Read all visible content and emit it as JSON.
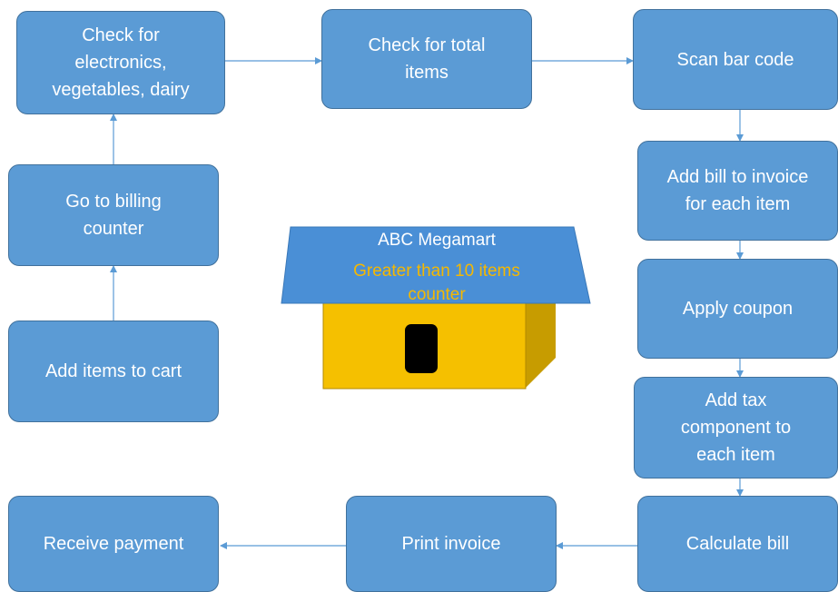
{
  "colors": {
    "box_fill": "#5b9bd5",
    "box_border": "#41719c",
    "arrow": "#5b9bd5",
    "roof": "#4a8fd6",
    "house_front": "#f5c000",
    "house_side": "#c79c00",
    "title_text": "#ffffff",
    "highlight_text": "#f5b800"
  },
  "flowchart": {
    "steps": {
      "check_categories": "Check for\nelectronics,\nvegetables, dairy",
      "check_total": "Check for total\nitems",
      "scan_barcode": "Scan bar code",
      "add_items": "Add items to cart",
      "go_billing": "Go to billing\ncounter",
      "add_bill": "Add bill to invoice\nfor each item",
      "apply_coupon": "Apply coupon",
      "add_tax": "Add tax\ncomponent to\neach item",
      "calculate_bill": "Calculate bill",
      "print_invoice": "Print invoice",
      "receive_payment": "Receive payment"
    }
  },
  "store": {
    "name": "ABC Megamart",
    "counter_line1": "Greater than 10 items",
    "counter_line2": "counter"
  }
}
